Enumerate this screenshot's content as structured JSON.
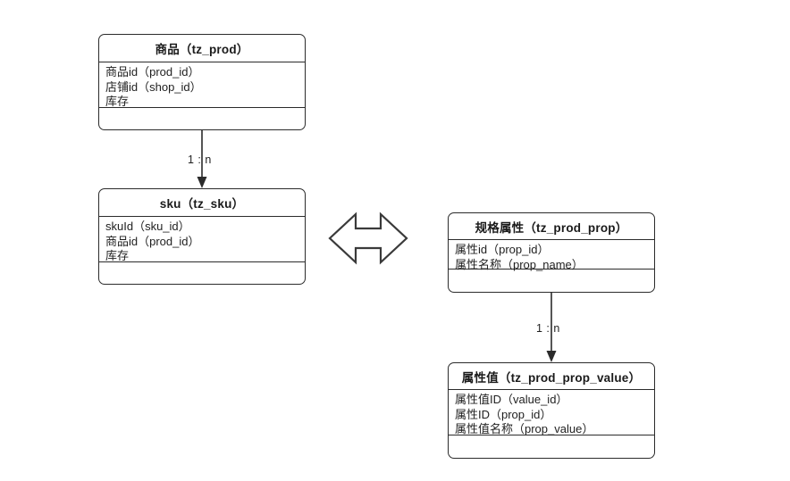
{
  "diagram": {
    "type": "er-diagram",
    "title_visible": false,
    "background_color": "#ffffff",
    "line_color": "#2b2b2b",
    "text_color": "#1f1f1f"
  },
  "entities": [
    {
      "id": "tz_prod",
      "title": "商品（tz_prod）",
      "title_cn": "商品",
      "title_table": "tz_prod",
      "attributes": [
        "商品id（prod_id）",
        "店铺id（shop_id）",
        "库存"
      ],
      "footer_rows": []
    },
    {
      "id": "tz_sku",
      "title": "sku（tz_sku）",
      "title_cn": "sku",
      "title_table": "tz_sku",
      "attributes": [
        "skuId（sku_id）",
        "商品id（prod_id）",
        "库存"
      ],
      "footer_rows": []
    },
    {
      "id": "tz_prod_prop",
      "title": "规格属性（tz_prod_prop）",
      "title_cn": "规格属性",
      "title_table": "tz_prod_prop",
      "attributes": [
        "属性id（prop_id）",
        "属性名称（prop_name）"
      ],
      "footer_rows": []
    },
    {
      "id": "tz_prod_prop_value",
      "title": "属性值（tz_prod_prop_value）",
      "title_cn": "属性值",
      "title_table": "tz_prod_prop_value",
      "attributes": [
        "属性值ID（value_id）",
        "属性ID（prop_id）",
        "属性值名称（prop_value）"
      ],
      "footer_rows": []
    }
  ],
  "connectors": [
    {
      "id": "prod-to-sku",
      "from": "tz_prod",
      "to": "tz_sku",
      "label": "1 : n",
      "style": "solid-arrow-down"
    },
    {
      "id": "prop-to-propvalue",
      "from": "tz_prod_prop",
      "to": "tz_prod_prop_value",
      "label": "1 : n",
      "style": "solid-arrow-down"
    }
  ],
  "symbols": [
    {
      "id": "double-arrow",
      "name": "left-right-arrow-icon",
      "description": "horizontal double-headed arrow between sku group and property group"
    }
  ]
}
